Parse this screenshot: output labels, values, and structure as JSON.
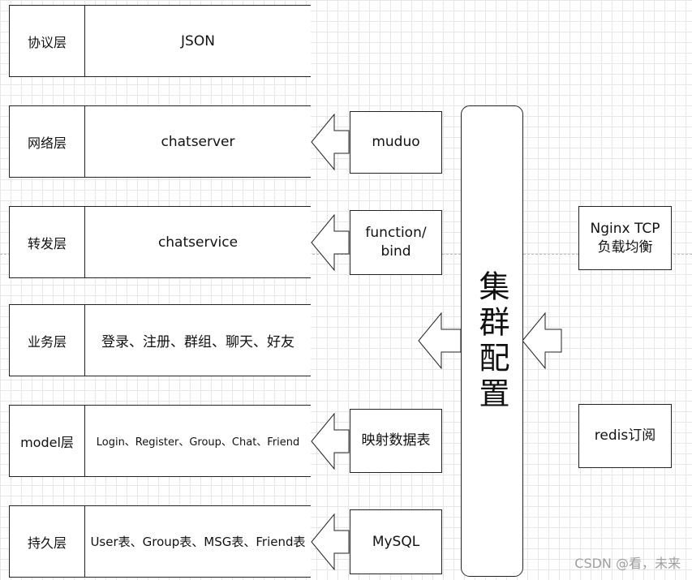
{
  "layers": [
    {
      "name": "协议层",
      "content": "JSON"
    },
    {
      "name": "网络层",
      "content": "chatserver"
    },
    {
      "name": "转发层",
      "content": "chatservice"
    },
    {
      "name": "业务层",
      "content": "登录、注册、群组、聊天、好友"
    },
    {
      "name": "model层",
      "content": "Login、Register、Group、Chat、Friend"
    },
    {
      "name": "持久层",
      "content": "User表、Group表、MSG表、Friend表"
    }
  ],
  "components": {
    "muduo": "muduo",
    "function_bind_line1": "function/",
    "function_bind_line2": "bind",
    "mapping": "映射数据表",
    "mysql": "MySQL"
  },
  "cluster": {
    "label": "集群配置"
  },
  "external": {
    "nginx_line1": "Nginx TCP",
    "nginx_line2": "负载均衡",
    "redis": "redis订阅"
  },
  "watermark": "CSDN @看，未来"
}
